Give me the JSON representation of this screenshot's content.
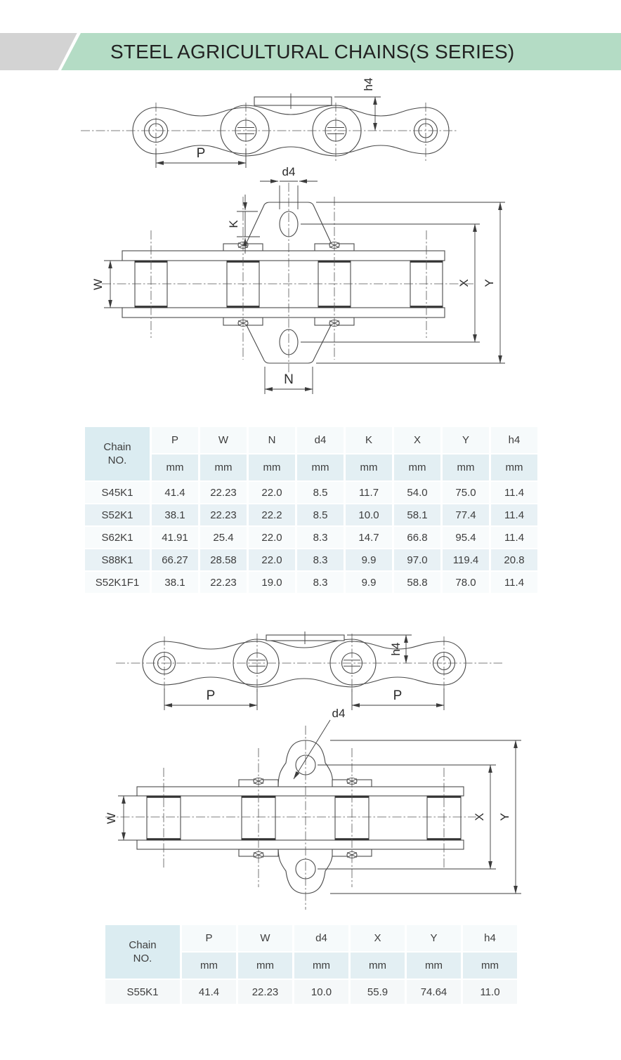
{
  "header": {
    "title": "STEEL AGRICULTURAL CHAINS(S SERIES)"
  },
  "diagram_labels": {
    "side1": {
      "p": "P",
      "h4": "h4"
    },
    "plan1": {
      "d4": "d4",
      "k": "K",
      "w": "W",
      "x": "X",
      "y": "Y",
      "n": "N"
    },
    "side2": {
      "p1": "P",
      "p2": "P",
      "h4": "h4"
    },
    "plan2": {
      "d4": "d4",
      "w": "W",
      "x": "X",
      "y": "Y"
    }
  },
  "table1": {
    "chain_no": {
      "line1": "Chain",
      "line2": "NO."
    },
    "columns": [
      "P",
      "W",
      "N",
      "d4",
      "K",
      "X",
      "Y",
      "h4"
    ],
    "unit": "mm",
    "rows": [
      {
        "name": "S45K1",
        "v": [
          "41.4",
          "22.23",
          "22.0",
          "8.5",
          "11.7",
          "54.0",
          "75.0",
          "11.4"
        ]
      },
      {
        "name": "S52K1",
        "v": [
          "38.1",
          "22.23",
          "22.2",
          "8.5",
          "10.0",
          "58.1",
          "77.4",
          "11.4"
        ]
      },
      {
        "name": "S62K1",
        "v": [
          "41.91",
          "25.4",
          "22.0",
          "8.3",
          "14.7",
          "66.8",
          "95.4",
          "11.4"
        ]
      },
      {
        "name": "S88K1",
        "v": [
          "66.27",
          "28.58",
          "22.0",
          "8.3",
          "9.9",
          "97.0",
          "119.4",
          "20.8"
        ]
      },
      {
        "name": "S52K1F1",
        "v": [
          "38.1",
          "22.23",
          "19.0",
          "8.3",
          "9.9",
          "58.8",
          "78.0",
          "11.4"
        ]
      }
    ]
  },
  "table2": {
    "chain_no": {
      "line1": "Chain",
      "line2": "NO."
    },
    "columns": [
      "P",
      "W",
      "d4",
      "X",
      "Y",
      "h4"
    ],
    "unit": "mm",
    "rows": [
      {
        "name": "S55K1",
        "v": [
          "41.4",
          "22.23",
          "10.0",
          "55.9",
          "74.64",
          "11.0"
        ]
      }
    ]
  }
}
